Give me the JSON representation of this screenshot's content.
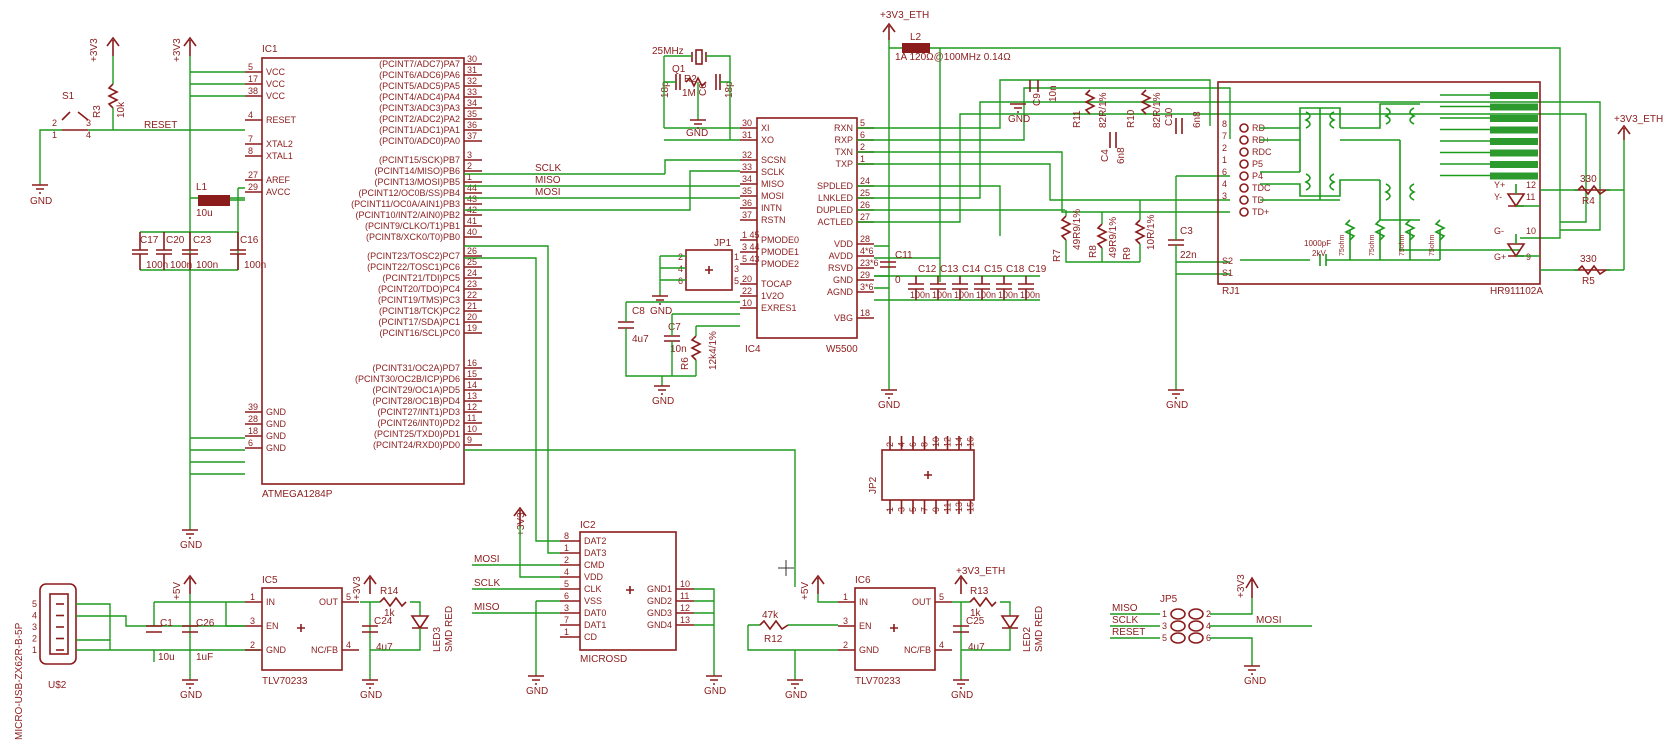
{
  "ic1": {
    "ref": "IC1",
    "part": "ATMEGA1284P",
    "left_pins": [
      {
        "num": "5",
        "name": "VCC"
      },
      {
        "num": "17",
        "name": "VCC"
      },
      {
        "num": "38",
        "name": "VCC"
      },
      {
        "num": "4",
        "name": "RESET"
      },
      {
        "num": "7",
        "name": "XTAL2"
      },
      {
        "num": "8",
        "name": "XTAL1"
      },
      {
        "num": "27",
        "name": "AREF"
      },
      {
        "num": "29",
        "name": "AVCC"
      },
      {
        "num": "39",
        "name": "GND"
      },
      {
        "num": "28",
        "name": "GND"
      },
      {
        "num": "18",
        "name": "GND"
      },
      {
        "num": "6",
        "name": "GND"
      }
    ],
    "right_pins": [
      {
        "num": "30",
        "name": "(PCINT7/ADC7)PA7"
      },
      {
        "num": "31",
        "name": "(PCINT6/ADC6)PA6"
      },
      {
        "num": "32",
        "name": "(PCINT5/ADC5)PA5"
      },
      {
        "num": "33",
        "name": "(PCINT4/ADC4)PA4"
      },
      {
        "num": "34",
        "name": "(PCINT3/ADC3)PA3"
      },
      {
        "num": "35",
        "name": "(PCINT2/ADC2)PA2"
      },
      {
        "num": "36",
        "name": "(PCINT1/ADC1)PA1"
      },
      {
        "num": "37",
        "name": "(PCINT0/ADC0)PA0"
      },
      {
        "num": "3",
        "name": "(PCINT15/SCK)PB7"
      },
      {
        "num": "2",
        "name": "(PCINT14/MISO)PB6"
      },
      {
        "num": "1",
        "name": "(PCINT13/MOSI)PB5"
      },
      {
        "num": "44",
        "name": "(PCINT12/OC0B/SS)PB4"
      },
      {
        "num": "43",
        "name": "(PCINT11/OC0A/AIN1)PB3"
      },
      {
        "num": "42",
        "name": "(PCINT10/INT2/AIN0)PB2"
      },
      {
        "num": "41",
        "name": "(PCINT9/CLKO/T1)PB1"
      },
      {
        "num": "40",
        "name": "(PCINT8/XCK0/T0)PB0"
      },
      {
        "num": "26",
        "name": "(PCINT23/TOSC2)PC7"
      },
      {
        "num": "25",
        "name": "(PCINT22/TOSC1)PC6"
      },
      {
        "num": "24",
        "name": "(PCINT21/TDI)PC5"
      },
      {
        "num": "23",
        "name": "(PCINT20/TDO)PC4"
      },
      {
        "num": "22",
        "name": "(PCINT19/TMS)PC3"
      },
      {
        "num": "21",
        "name": "(PCINT18/TCK)PC2"
      },
      {
        "num": "20",
        "name": "(PCINT17/SDA)PC1"
      },
      {
        "num": "19",
        "name": "(PCINT16/SCL)PC0"
      },
      {
        "num": "16",
        "name": "(PCINT31/OC2A)PD7"
      },
      {
        "num": "15",
        "name": "(PCINT30/OC2B/ICP)PD6"
      },
      {
        "num": "14",
        "name": "(PCINT29/OC1A)PD5"
      },
      {
        "num": "13",
        "name": "(PCINT28/OC1B)PD4"
      },
      {
        "num": "12",
        "name": "(PCINT27/INT1)PD3"
      },
      {
        "num": "11",
        "name": "(PCINT26/INT0)PD2"
      },
      {
        "num": "10",
        "name": "(PCINT25/TXD0)PD1"
      },
      {
        "num": "9",
        "name": "(PCINT24/RXD0)PD0"
      }
    ]
  },
  "ic4": {
    "ref": "IC4",
    "part": "W5500",
    "left_pins": [
      {
        "num": "30",
        "name": "XI"
      },
      {
        "num": "31",
        "name": "XO"
      },
      {
        "num": "32",
        "name": "SCSN"
      },
      {
        "num": "33",
        "name": "SCLK"
      },
      {
        "num": "34",
        "name": "MISO"
      },
      {
        "num": "35",
        "name": "MOSI"
      },
      {
        "num": "36",
        "name": "INTN"
      },
      {
        "num": "37",
        "name": "RSTN"
      },
      {
        "num": "1 45",
        "name": "PMODE0"
      },
      {
        "num": "3 44",
        "name": "PMODE1"
      },
      {
        "num": "5 43",
        "name": "PMODE2"
      },
      {
        "num": "20",
        "name": "TOCAP"
      },
      {
        "num": "22",
        "name": "1V2O"
      },
      {
        "num": "10",
        "name": "EXRES1"
      }
    ],
    "right_pins": [
      {
        "num": "5",
        "name": "RXN"
      },
      {
        "num": "6",
        "name": "RXP"
      },
      {
        "num": "2",
        "name": "TXN"
      },
      {
        "num": "1",
        "name": "TXP"
      },
      {
        "num": "24",
        "name": "SPDLED"
      },
      {
        "num": "25",
        "name": "LNKLED"
      },
      {
        "num": "26",
        "name": "DUPLED"
      },
      {
        "num": "27",
        "name": "ACTLED"
      },
      {
        "num": "28",
        "name": "VDD"
      },
      {
        "num": "4*6",
        "name": "AVDD"
      },
      {
        "num": "23*6",
        "name": "RSVD"
      },
      {
        "num": "29",
        "name": "GND"
      },
      {
        "num": "3*6",
        "name": "AGND"
      },
      {
        "num": "18",
        "name": "VBG"
      }
    ]
  },
  "ic2": {
    "ref": "IC2",
    "part": "MICROSD",
    "left_pins": [
      {
        "num": "8",
        "name": "DAT2"
      },
      {
        "num": "1",
        "name": "DAT3"
      },
      {
        "num": "2",
        "name": "CMD"
      },
      {
        "num": "4",
        "name": "VDD"
      },
      {
        "num": "5",
        "name": "CLK"
      },
      {
        "num": "6",
        "name": "VSS"
      },
      {
        "num": "3",
        "name": "DAT0"
      },
      {
        "num": "7",
        "name": "DAT1"
      },
      {
        "num": "1",
        "name": "CD"
      }
    ],
    "right_pins": [
      {
        "num": "10",
        "name": "GND1"
      },
      {
        "num": "11",
        "name": "GND2"
      },
      {
        "num": "12",
        "name": "GND3"
      },
      {
        "num": "13",
        "name": "GND4"
      }
    ]
  },
  "ic5": {
    "ref": "IC5",
    "part": "TLV70233",
    "pins": [
      {
        "num": "1",
        "name": "IN"
      },
      {
        "num": "3",
        "name": "EN"
      },
      {
        "num": "2",
        "name": "GND"
      },
      {
        "num": "5",
        "name": "OUT"
      },
      {
        "num": "4",
        "name": "NC/FB"
      }
    ]
  },
  "ic6": {
    "ref": "IC6",
    "part": "TLV70233",
    "pins": [
      {
        "num": "1",
        "name": "IN"
      },
      {
        "num": "3",
        "name": "EN"
      },
      {
        "num": "2",
        "name": "GND"
      },
      {
        "num": "5",
        "name": "OUT"
      },
      {
        "num": "4",
        "name": "NC/FB"
      }
    ]
  },
  "rj1": {
    "ref": "RJ1",
    "part": "HR911102A",
    "pins": [
      {
        "num": "8",
        "name": "RD-"
      },
      {
        "num": "7",
        "name": "RD+"
      },
      {
        "num": "2",
        "name": "RDC"
      },
      {
        "num": "1",
        "name": "P5"
      },
      {
        "num": "6",
        "name": "P4"
      },
      {
        "num": "4",
        "name": "TDC"
      },
      {
        "num": "3",
        "name": "TD-"
      },
      {
        "num": "",
        "name": "TD+"
      }
    ],
    "right_pins": [
      "12",
      "11",
      "10",
      "9"
    ],
    "right_labels": [
      "Y+",
      "Y-",
      "G-",
      "G+"
    ],
    "cap": "1000pF",
    "cap_v": "2kV",
    "res": [
      "75ohm",
      "75ohm",
      "75ohm",
      "75ohm"
    ],
    "shield": [
      "S2",
      "S1"
    ]
  },
  "net_labels": {
    "sclk": "SCLK",
    "miso": "MISO",
    "mosi": "MOSI",
    "reset": "RESET"
  },
  "supplies": {
    "p3v3": "+3V3",
    "p3v3_eth": "+3V3_ETH",
    "p5v": "+5V",
    "gnd": "GND"
  },
  "parts": {
    "s1": "S1",
    "r3": "R3",
    "r3v": "10k",
    "l1": "L1",
    "l1v": "10u",
    "c17": "C17",
    "c20": "C20",
    "c23": "C23",
    "c16": "C16",
    "c100n": "100n",
    "q1": "Q1",
    "q1v": "25MHz",
    "r2": "R2",
    "r2v": "1M",
    "c5": "C5",
    "c6": "C6",
    "c18p": "18p",
    "l2": "L2",
    "l2v": "1A 120Ω@100MHz 0.14Ω",
    "c9": "C9",
    "c9v": "10n",
    "r11": "R11",
    "r11v": "82R/1%",
    "r10": "R10",
    "r10v": "82R/1%",
    "c10": "C10",
    "c10v": "6n8",
    "c4": "C4",
    "c4v": "6n8",
    "r7": "R7",
    "r7v": "49R9/1%",
    "r8": "R8",
    "r8v": "49R9/1%",
    "r9": "R9",
    "r9v": "10R/1%",
    "c3": "C3",
    "c3v": "22n",
    "c11": "C11",
    "c12": "C12",
    "c13": "C13",
    "c14": "C14",
    "c15": "C15",
    "c18": "C18",
    "c19": "C19",
    "c11v": "0",
    "c12v": "100n",
    "jp1": "JP1",
    "jp1pins": [
      "2",
      "4",
      "6",
      "1",
      "3",
      "5"
    ],
    "c8": "C8",
    "c8v": "4u7",
    "c7": "C7",
    "c7v": "10n",
    "r6": "R6",
    "r6v": "12k4/1%",
    "r4": "R4",
    "r5": "R5",
    "r330": "330",
    "jp2": "JP2",
    "jp2top": [
      "2",
      "4",
      "6",
      "8",
      "10",
      "12",
      "14",
      "16"
    ],
    "jp2bot": [
      "1",
      "3",
      "5",
      "7",
      "9",
      "11",
      "13",
      "15"
    ],
    "usb": "U$2",
    "usbpart": "MICRO-USB-ZX62R-B-5P",
    "usbpins": [
      "5",
      "4",
      "3",
      "2",
      "1"
    ],
    "c1": "C1",
    "c1v": "10u",
    "c26": "C26",
    "c26v": "1uF",
    "r14": "R14",
    "r14v": "1k",
    "c24": "C24",
    "c24v": "4u7",
    "led3": "LED3",
    "ledv": "SMD RED",
    "r12": "R12",
    "r12v": "47k",
    "r13": "R13",
    "r13v": "1k",
    "c25": "C25",
    "c25v": "4u7",
    "led2": "LED2",
    "jp5": "JP5",
    "jp5l": [
      "1",
      "3",
      "5"
    ],
    "jp5r": [
      "2",
      "4",
      "6"
    ]
  }
}
